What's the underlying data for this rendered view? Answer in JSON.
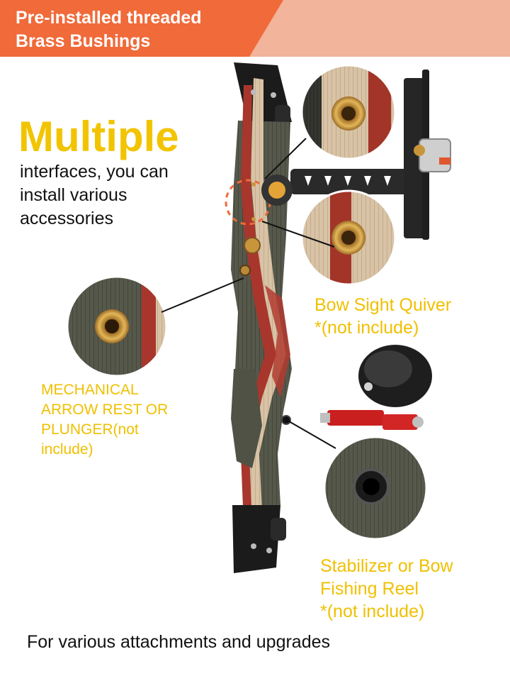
{
  "banner": {
    "title": "Pre-installed threaded\nBrass Bushings",
    "color": "#f06a3a",
    "accent_light": "#f2b49a"
  },
  "headline": "Multiple",
  "subline": "interfaces, you can install various accessories",
  "callouts": {
    "sight_quiver": "Bow Sight   Quiver\n*(not include)",
    "arrow_rest": "MECHANICAL\nARROW REST OR\nPLUNGER(not\ninclude)",
    "stabilizer": "Stabilizer or Bow\nFishing Reel\n*(not include)"
  },
  "footer": "For various attachments and upgrades",
  "colors": {
    "headline": "#f2c400",
    "callout_text": "#f0c000",
    "riser_wood": "#5f6152",
    "riser_red": "#a8362c",
    "brass": "#c9953a"
  },
  "icons": [
    "bow-riser-image",
    "bow-sight-image",
    "stabilizer-image",
    "brass-bushing-icon"
  ]
}
